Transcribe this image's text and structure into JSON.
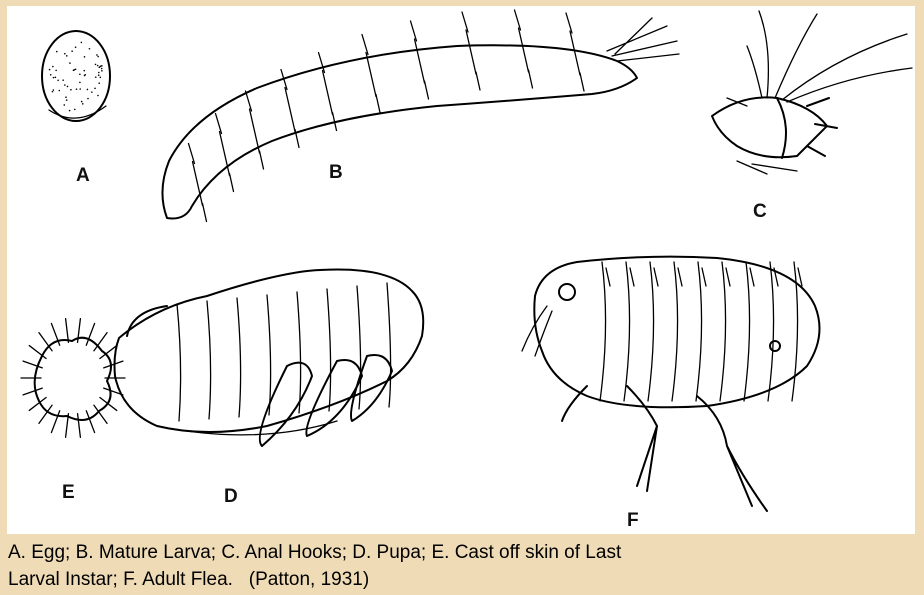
{
  "figure": {
    "labels": {
      "a": "A",
      "b": "B",
      "c": "C",
      "d": "D",
      "e": "E",
      "f": "F"
    },
    "caption_line1": "A. Egg; B. Mature Larva; C. Anal Hooks; D. Pupa; E. Cast off skin of Last",
    "caption_line2": "Larval Instar; F. Adult Flea.   (Patton, 1931)"
  },
  "colors": {
    "frame": "#efdcb7",
    "panel": "#ffffff",
    "ink": "#000000"
  }
}
